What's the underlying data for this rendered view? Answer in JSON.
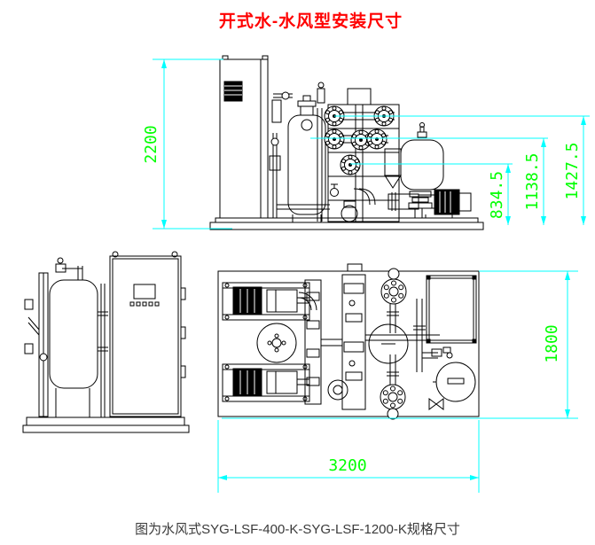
{
  "title": "开式水-水风型安装尺寸",
  "caption": "图为水风式SYG-LSF-400-K-SYG-LSF-1200-K规格尺寸",
  "colors": {
    "title_text": "#ff0000",
    "dimension_line": "#00ffff",
    "dimension_text": "#00ff00",
    "drawing_line": "#000000",
    "caption_text": "#3a3a3a",
    "background": "#ffffff"
  },
  "dimensions": {
    "overall_height": "2200",
    "port_height_low": "834.5",
    "port_height_mid": "1138.5",
    "port_height_high": "1427.5",
    "plan_depth": "1800",
    "plan_length": "3200"
  },
  "views": {
    "front_elevation": "front elevation of skid unit",
    "side_elevation": "side elevation of skid unit",
    "plan": "plan (top) view of skid unit"
  }
}
